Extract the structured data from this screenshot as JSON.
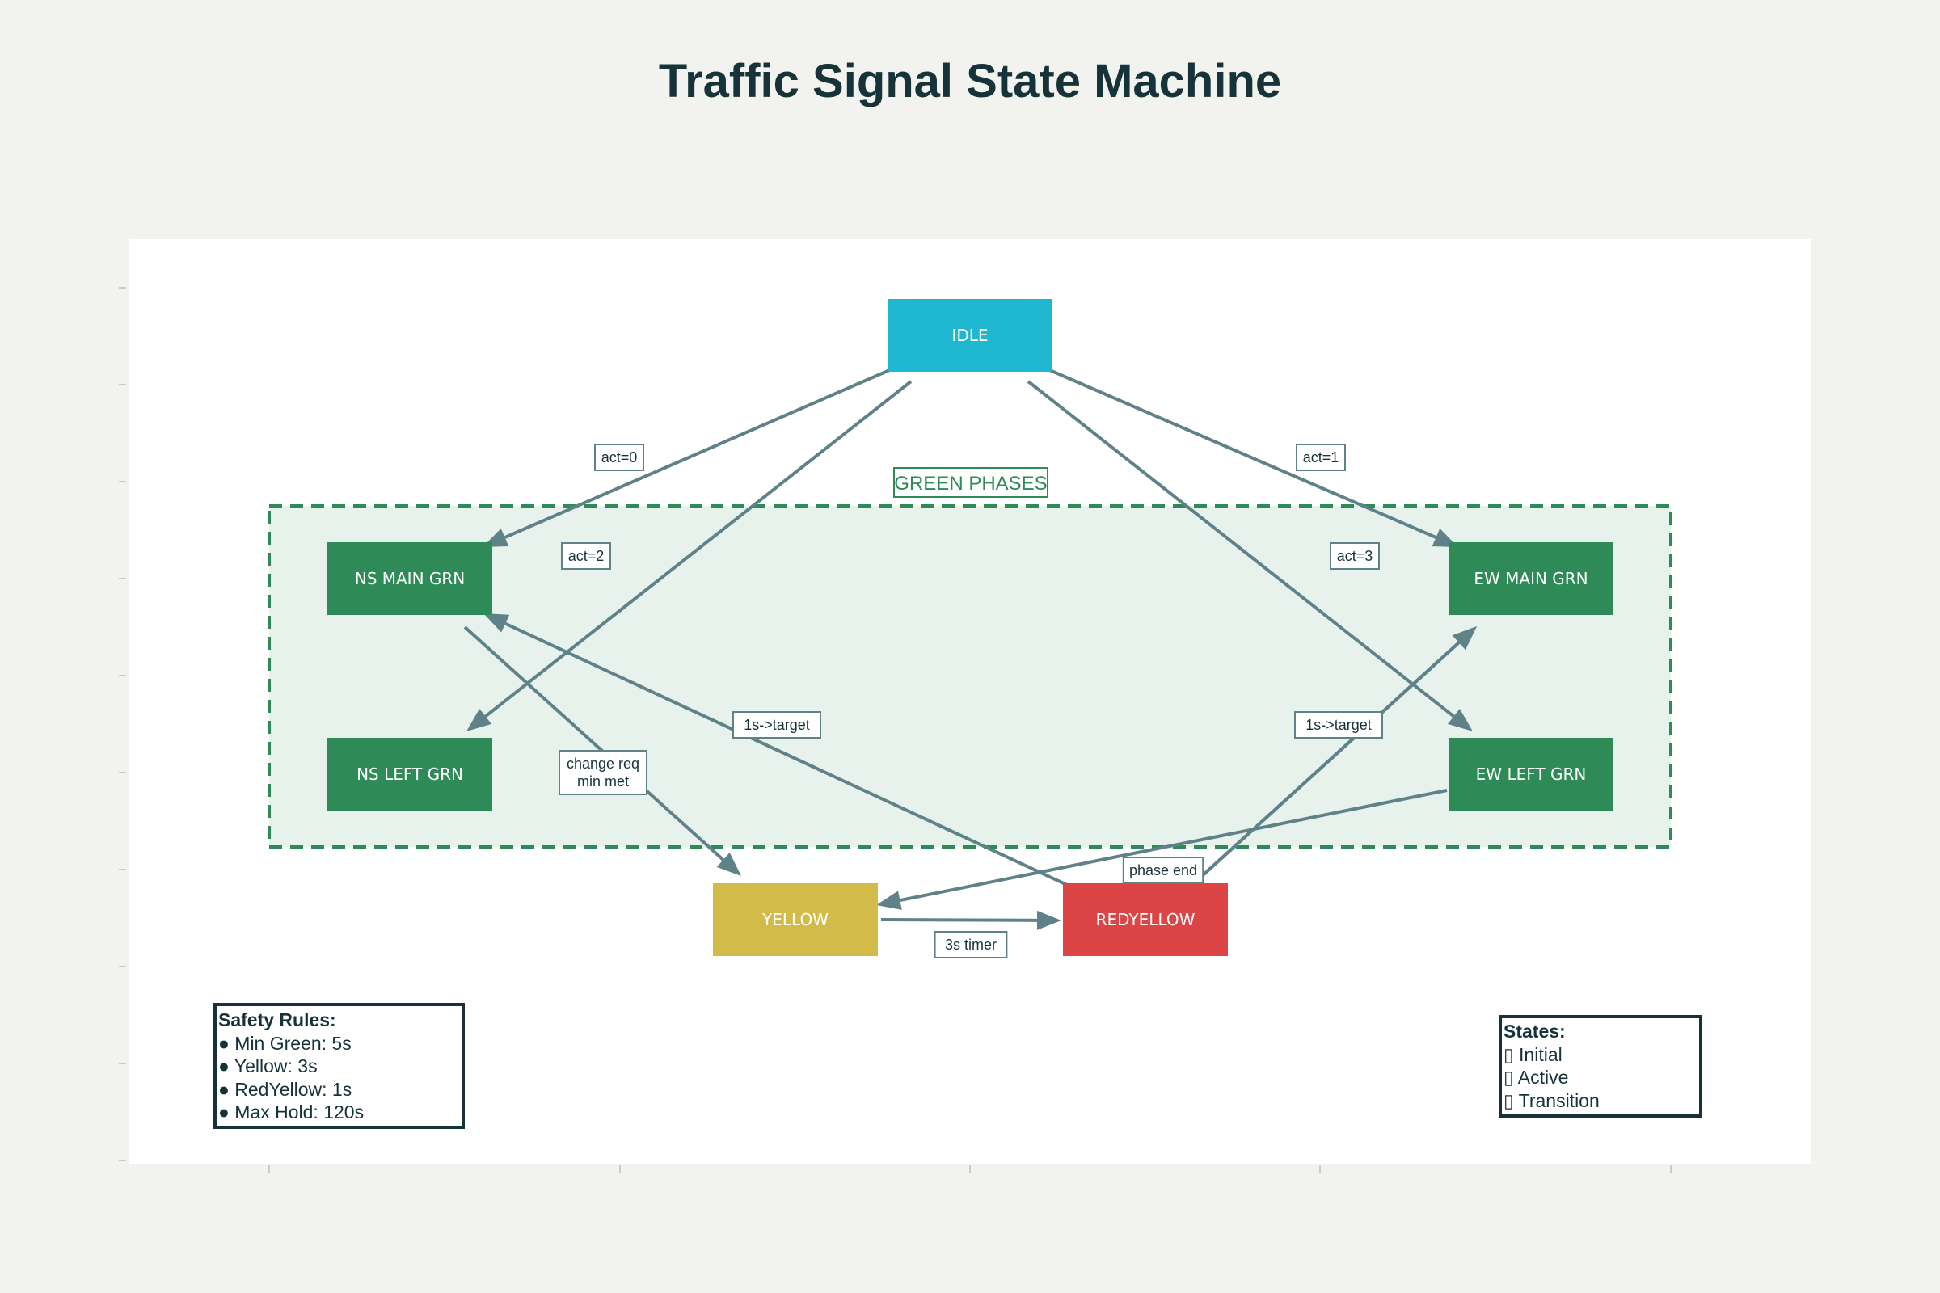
{
  "title": "Traffic Signal State Machine",
  "colors": {
    "idle": "#20b8d0",
    "green": "#2e8b57",
    "yellow": "#d3bb4a",
    "red": "#dc4446",
    "edge": "#5f8289",
    "group_fill": "#e8f2ec",
    "text_dark": "#17333a"
  },
  "nodes": [
    {
      "id": "idle",
      "label": "IDLE",
      "color": "#20b8d0"
    },
    {
      "id": "ns_main",
      "label": "NS MAIN GRN",
      "color": "#2e8b57"
    },
    {
      "id": "ns_left",
      "label": "NS LEFT GRN",
      "color": "#2e8b57"
    },
    {
      "id": "ew_main",
      "label": "EW MAIN GRN",
      "color": "#2e8b57"
    },
    {
      "id": "ew_left",
      "label": "EW LEFT GRN",
      "color": "#2e8b57"
    },
    {
      "id": "yellow",
      "label": "YELLOW",
      "color": "#d3bb4a"
    },
    {
      "id": "redyellow",
      "label": "REDYELLOW",
      "color": "#dc4446"
    }
  ],
  "group": {
    "label": "GREEN PHASES"
  },
  "edges": [
    {
      "from": "idle",
      "to": "ns_main",
      "label": [
        "act=0"
      ]
    },
    {
      "from": "idle",
      "to": "ns_left",
      "label": [
        "act=2"
      ]
    },
    {
      "from": "idle",
      "to": "ew_main",
      "label": [
        "act=1"
      ]
    },
    {
      "from": "idle",
      "to": "ew_left",
      "label": [
        "act=3"
      ]
    },
    {
      "from": "ns_main",
      "to": "yellow",
      "label": [
        "change req",
        "min met"
      ]
    },
    {
      "from": "ew_left",
      "to": "yellow",
      "label": []
    },
    {
      "from": "yellow",
      "to": "redyellow",
      "label": [
        "3s timer"
      ]
    },
    {
      "from": "redyellow",
      "to": "ns_main",
      "label": [
        "1s->target"
      ]
    },
    {
      "from": "redyellow",
      "to": "ew_main",
      "label": [
        "1s->target"
      ]
    },
    {
      "from": "redyellow",
      "to": "ew_main",
      "label": [
        "phase end"
      ]
    }
  ],
  "legends": {
    "safety": {
      "title": "Safety Rules:",
      "items": [
        "● Min Green: 5s",
        "● Yellow: 3s",
        "● RedYellow: 1s",
        "● Max Hold: 120s"
      ]
    },
    "states": {
      "title": "States:",
      "items": [
        "▯ Initial",
        "▯ Active",
        "▯ Transition"
      ]
    }
  }
}
